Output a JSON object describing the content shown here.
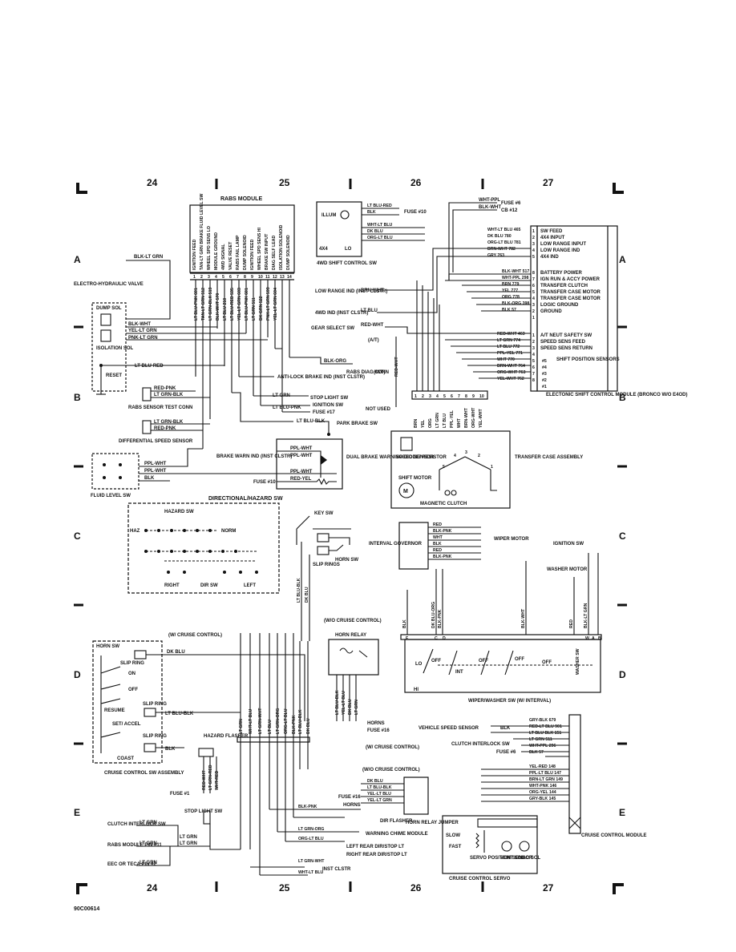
{
  "grid": {
    "columns": [
      "24",
      "25",
      "26",
      "27"
    ],
    "rows": [
      "A",
      "B",
      "C",
      "D",
      "E"
    ]
  },
  "figure_id": "90C00614",
  "rabs_module": {
    "title": "RABS MODULE",
    "pins": [
      "IGNITION FEED",
      "TAN-LT GRN BRAKE FLUID LEVEL SW",
      "WHEEL SPD SENS LO",
      "MODULE GROUND",
      "4WD SIGNAL",
      "VALVE RESET",
      "RABS FAIL LAMP",
      "DUMP SOLENOID",
      "IGNITION FEED",
      "WHEEL SPD SENS HI",
      "BRAKE SW INPUT",
      "DIAG SELF LEAD",
      "ISOLATION SOLENOID",
      "DUMP SOLENOID"
    ],
    "pin_numbers": [
      "1",
      "2",
      "3",
      "4",
      "5",
      "6",
      "7",
      "8",
      "9",
      "10",
      "11",
      "12",
      "13",
      "14"
    ],
    "wires": [
      "LT BLU-PNK 601",
      "TAN-LT GRN 512",
      "LT GRN-BLK 519",
      "BLK-WHT 570",
      "LT BLU 210",
      "LT BLU-RED 535",
      "YEL-LT GRN 603",
      "LT BLU-PNK 601",
      "LT GRN 511",
      "DK GRN 522",
      "PNK-LT GRN 599",
      "YEL-LT GRN 604"
    ]
  },
  "left_components": {
    "electro_hydraulic_valve": "ELECTRO-HYDRAULIC VALVE",
    "dump_sol": "DUMP SOL",
    "isolation_sol": "ISOLATION SOL",
    "reset": "RESET",
    "blk_lt_grn": "BLK-LT GRN",
    "blk_wht": "BLK-WHT",
    "yel_lt_grn": "YEL-LT GRN",
    "pnk_lt_grn": "PNK-LT GRN",
    "lt_blu_red": "LT BLU-RED",
    "red_pnk": "RED-PNK",
    "lt_grn_blk": "LT GRN-BLK",
    "rabs_sensor_test_conn": "RABS SENSOR TEST CONN",
    "differential_speed_sensor": "DIFFERENTIAL SPEED SENSOR",
    "fluid_level_sw": "FLUID LEVEL SW",
    "ppl_wht": "PPL-WHT",
    "blk": "BLK",
    "blk_org": "BLK-ORG",
    "rabs_diag_conn": "RABS DIAG CONN",
    "anti_lock_ind": "ANTI-LOCK BRAKE IND (INST CLSTR)",
    "lt_grn": "LT GRN",
    "stop_light_sw": "STOP LIGHT SW",
    "ignition_sw": "IGNITION SW",
    "lt_blu_pnk": "LT BLU-PNK",
    "fuse17": "FUSE #17",
    "lt_blu_blk": "LT BLU-BLK",
    "park_brake_sw": "PARK BRAKE SW",
    "brake_warn_ind": "BRAKE WARN IND (INST CLSTR)",
    "dual_brake_diode": "DUAL BRAKE WARNING DIODE/ RESISTOR",
    "fuse10": "FUSE #10",
    "red_yel": "RED-YEL"
  },
  "four_wd_switch": {
    "title": "4WD SHIFT CONTROL SW",
    "illum": "ILLUM",
    "fourx4": "4X4",
    "lo": "LO",
    "wires": [
      "LT BLU-RED",
      "BLK",
      "WHT-LT BLU",
      "DK BLU",
      "ORG-LT BLU"
    ],
    "fuse10": "FUSE #10"
  },
  "shift_module": {
    "title": "ELECTONIC SHIFT CONTROL MODULE (BRONCO W/O E4OD)",
    "fuse6": "FUSE #6",
    "cb12": "CB #12",
    "wht_ppl": "WHT-PPL",
    "blk_wht": "BLK-WHT",
    "connector_top": [
      {
        "pin": "1",
        "wire": "WHT-LT BLU 465",
        "func": "SW FEED"
      },
      {
        "pin": "2",
        "wire": "DK BLU 780",
        "func": "4X4 INPUT"
      },
      {
        "pin": "3",
        "wire": "ORG-LT BLU 781",
        "func": "LOW RANGE INPUT"
      },
      {
        "pin": "4",
        "wire": "BRN-WHT 782",
        "func": "LOW RANGE IND"
      },
      {
        "pin": "5",
        "wire": "GRY 763",
        "func": "4X4 IND"
      }
    ],
    "connector_mid": [
      {
        "pin": "8",
        "wire": "BLK-WHT 517",
        "func": "BATTERY POWER"
      },
      {
        "pin": "7",
        "wire": "WHT-PPL 298",
        "func": "IGN RUN & ACCY POWER"
      },
      {
        "pin": "6",
        "wire": "BRN 779",
        "func": "TRANSFER CLUTCH"
      },
      {
        "pin": "5",
        "wire": "YEL 777",
        "func": "TRANSFER CASE MOTOR"
      },
      {
        "pin": "4",
        "wire": "ORG 778",
        "func": "TRANSFER CASE MOTOR"
      },
      {
        "pin": "3",
        "wire": "BLK-ORG 398",
        "func": "LOGIC GROUND"
      },
      {
        "pin": "2",
        "wire": "BLK 57",
        "func": "GROUND"
      },
      {
        "pin": "1",
        "wire": "",
        "func": ""
      }
    ],
    "connector_low": [
      {
        "pin": "1",
        "wire": "RED-WHT 463",
        "func": "A/T NEUT SAFETY SW"
      },
      {
        "pin": "2",
        "wire": "LT GRN 774",
        "func": "SPEED SENS FEED"
      },
      {
        "pin": "3",
        "wire": "LT BLU 772",
        "func": "SPEED SENS RETURN"
      },
      {
        "pin": "4",
        "wire": "PPL-YEL 771",
        "func": ""
      },
      {
        "pin": "5",
        "wire": "WHT 770",
        "func": ""
      },
      {
        "pin": "6",
        "wire": "BRN-WHT 764",
        "func": ""
      },
      {
        "pin": "7",
        "wire": "ORG-WHT 763",
        "func": ""
      },
      {
        "pin": "8",
        "wire": "YEL-WHT 762",
        "func": ""
      }
    ],
    "shift_position_labels": [
      "#5",
      "#4",
      "#3",
      "#2",
      "#1"
    ],
    "shift_position_sensors": "SHIFT POSITION SENSORS",
    "low_range_ind": "LOW RANGE IND (INST CLSTR)",
    "fourwd_ind": "4WD IND (INST CLSTR)",
    "gear_select_sw": "GEAR SELECT SW",
    "at": "(A/T)",
    "mt": "(M/T)",
    "not_used": "NOT USED",
    "lt_grn": "LT GRN",
    "red_wht": "RED-WHT",
    "brn_wht": "BRN-WHT",
    "lt_blu": "LT BLU",
    "lt_blu_short": "LT BLU",
    "gry": "GRY",
    "brn": "BRN",
    "yel": "YEL",
    "org": "ORG",
    "blk_org": "BLK-ORG",
    "blk": "BLK",
    "bottom_pins": [
      "1",
      "2",
      "3",
      "4",
      "5",
      "6",
      "7",
      "8",
      "9",
      "10"
    ],
    "bottom_wires": [
      "BRN",
      "YEL",
      "ORG",
      "LT GRN",
      "LT BLU",
      "PPL-YEL",
      "WHT",
      "BRN-WHT",
      "ORG-WHT",
      "YEL-WHT"
    ]
  },
  "transfer_case": {
    "title": "TRANSFER CASE ASSEMBLY",
    "speed_sensor": "SPEED SENSOR",
    "shift_motor": "SHIFT MOTOR",
    "magnetic_clutch": "MAGNETIC CLUTCH",
    "positions": [
      "5",
      "4",
      "3",
      "2",
      "1"
    ]
  },
  "directional": {
    "title": "DIRECTIONAL/HAZARD SW",
    "hazard_sw": "HAZARD SW",
    "haz": "HAZ",
    "norm": "NORM",
    "right": "RIGHT",
    "dir_sw": "DIR SW",
    "left": "LEFT",
    "key_sw": "KEY SW",
    "slip_rings": "SLIP RINGS",
    "horn_sw": "HORN SW",
    "lt_blu_blk": "LT BLU-BLK",
    "dk_blu": "DK BLU"
  },
  "wiper": {
    "interval_governor": "INTERVAL GOVERNOR",
    "wiper_motor": "WIPER MOTOR",
    "ignition_sw": "IGNITION SW",
    "washer_motor": "WASHER MOTOR",
    "title": "WIPER/WASHER SW (W/ INTERVAL)",
    "wires": [
      "RED",
      "BLK-PNK",
      "WHT",
      "BLK",
      "RED",
      "BLK-PNK"
    ],
    "verticals": [
      "BLK",
      "DK BLU-ORG",
      "BLK-PNK",
      "BLK-WHT",
      "RED",
      "BLK-LT GRN"
    ],
    "letters": [
      "F",
      "C",
      "D",
      "W",
      "A",
      "B"
    ],
    "lo": "LO",
    "hi": "HI",
    "off": "OFF",
    "int": "INT",
    "washer_sw": "WASHER SW"
  },
  "cruise": {
    "horn_sw": "HORN SW",
    "slip_ring": "SLIP RING",
    "on": "ON",
    "off": "OFF",
    "resume": "RESUME",
    "set_accel": "SET/ ACCEL",
    "coast": "COAST",
    "title": "CRUISE CONTROL SW ASSEMBLY",
    "dk_blu": "DK BLU",
    "w_cruise": "(W/ CRUISE CONTROL)",
    "wo_cruise": "(W/O CRUISE CONTROL)",
    "lt_blu_blk": "LT BLU-BLK",
    "blk": "BLK",
    "horn_relay": "HORN RELAY",
    "horns": "HORNS",
    "fuse16": "FUSE #16",
    "hazard_flasher": "HAZARD FLASHER",
    "fuse1": "FUSE #1",
    "stop_light_sw": "STOP LIGHT SW",
    "clutch_interlock": "CLUTCH INTERLOCK SW",
    "rabs_pin11": "RABS MODULE PIN #11",
    "eec_teca": "EEC OR TECA PIN #2",
    "lt_grn": "LT GRN",
    "dir_flasher": "DIR FLASHER",
    "warning_chime": "WARNING CHIME MODULE",
    "left_rear": "LEFT REAR DIR/STOP LT",
    "right_rear": "RIGHT REAR DIR/STOP LT",
    "inst_clstr": "INST CLSTR",
    "horn_relay_jumper": "HORN RELAY JUMPER",
    "verticals": [
      "LT GRN",
      "WHT-LT BLU",
      "LT GRN-WHT",
      "LT BLU",
      "LT GRN-ORG",
      "ORG-LT BLU",
      "BLK-PNK",
      "LT BLU-BLK",
      "DK BLU"
    ],
    "bottom_wires": [
      "BLK-PNK",
      "LT GRN-ORG",
      "ORG-LT BLU",
      "LT GRN-WHT",
      "WHT-LT BLU"
    ],
    "jumper_wires": [
      "DK BLU",
      "LT BLU-BLK",
      "YEL-LT BLU",
      "YEL-LT GRN"
    ],
    "relay_wires": [
      "LT BLU-BLK",
      "YEL-LT BLU",
      "DK BLU",
      "LT GRN"
    ],
    "flasher_wires": [
      "RED-WHT",
      "LT GRN-RED",
      "WHT-RED"
    ]
  },
  "cruise_module": {
    "title": "CRUISE CONTROL MODULE",
    "vehicle_speed_sensor": "VEHICLE SPEED SENSOR",
    "clutch_interlock_sw": "CLUTCH INTERLOCK SW",
    "fuse6": "FUSE #6",
    "wires": [
      "GRY-BLK 679",
      "RED-LT BLU 901",
      "LT BLU BLK 151",
      "LT GRN 511",
      "WHT-PPL 296",
      "BLK 57",
      "YEL-RED 148",
      "PPL-LT BLU 147",
      "BRN-LT GRN 149",
      "WHT-PNK 146",
      "ORG-YEL 144",
      "GRY-BLK 145"
    ],
    "blk": "BLK",
    "servo_title": "CRUISE CONTROL SERVO",
    "slow": "SLOW",
    "fast": "FAST",
    "servo_position": "SERVO POSITION SENSOR",
    "vent_sol": "VENT SOL",
    "vac_sol": "VAC SOL"
  }
}
